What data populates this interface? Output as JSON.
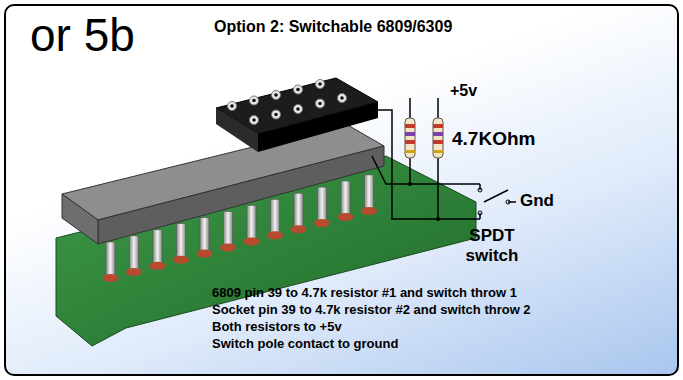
{
  "diagram": {
    "title": "Option 2: Switchable 6809/6309",
    "labels": [
      "or 5b",
      "+5v",
      "4.7KOhm",
      "Gnd",
      "SPDT switch",
      "6809 pin 39 to 4.7k resistor #1 and switch throw 1",
      "Socket pin 39 to 4.7k resistor #2 and switch throw 2",
      "Both resistors to +5v",
      "Switch pole contact to ground"
    ]
  }
}
